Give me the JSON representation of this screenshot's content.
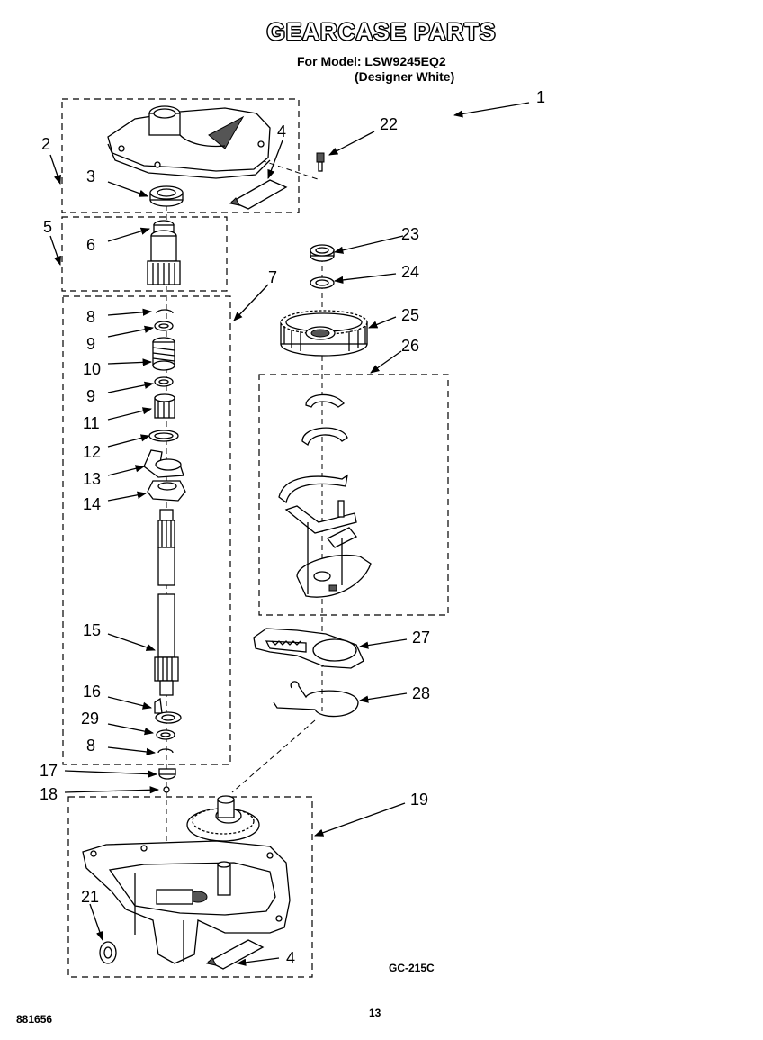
{
  "header": {
    "title": "GEARCASE PARTS",
    "model_line": "For Model: LSW9245EQ2",
    "variant_line": "(Designer White)"
  },
  "footer": {
    "doc_number": "881656",
    "page_number": "13",
    "diagram_code": "GC-215C"
  },
  "callouts": [
    "1",
    "2",
    "3",
    "4",
    "5",
    "6",
    "7",
    "8",
    "9",
    "10",
    "9",
    "11",
    "12",
    "13",
    "14",
    "15",
    "16",
    "29",
    "8",
    "17",
    "18",
    "19",
    "21",
    "4",
    "22",
    "23",
    "24",
    "25",
    "26",
    "27",
    "28"
  ]
}
